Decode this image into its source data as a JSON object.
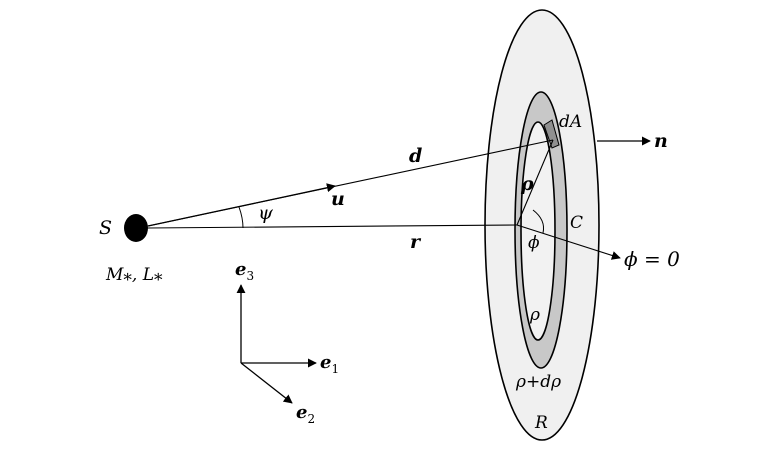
{
  "diagram": {
    "source_label": "S",
    "source_props": "M⁎, L⁎",
    "vectors": {
      "d": "d",
      "u": "u",
      "r": "r",
      "rho_vec": "ρ",
      "n": "n"
    },
    "angles": {
      "psi": "ψ",
      "phi": "ϕ",
      "phi_zero": "ϕ = 0"
    },
    "ring": {
      "area_element": "dA",
      "circle": "C",
      "inner_radius": "ρ",
      "outer_radius": "ρ+dρ",
      "disk_radius": "R"
    },
    "axes": {
      "e1_base": "e",
      "e1_sub": "1",
      "e2_base": "e",
      "e2_sub": "2",
      "e3_base": "e",
      "e3_sub": "3"
    },
    "colors": {
      "disk_fill": "#f0f0f0",
      "annulus_fill": "#c8c8c8",
      "dA_fill": "#909090",
      "stroke": "#000000"
    }
  }
}
